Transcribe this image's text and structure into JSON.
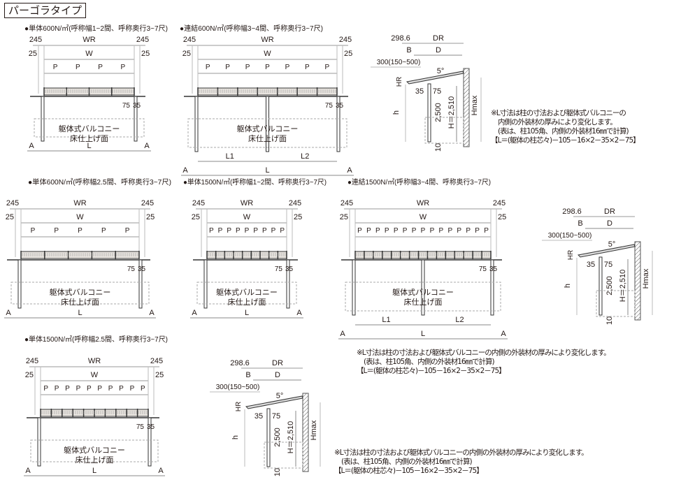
{
  "page_title": "パーゴラタイプ",
  "front_labels": {
    "rear_margin": "245",
    "wr": "WR",
    "side_margin": "25",
    "w": "W",
    "p": "P",
    "beam": "75",
    "post": "35",
    "balcony_line1": "躯体式バルコニー",
    "balcony_line2": "床仕上げ面",
    "a": "A",
    "l": "L",
    "l1": "L1",
    "l2": "L2"
  },
  "side_labels": {
    "offset": "298.6",
    "dr": "DR",
    "b": "B",
    "d": "D",
    "overhang": "300(150~500)",
    "angle": "5°",
    "hr": "HR",
    "post": "35",
    "beam": "75",
    "h": "h",
    "post_height": "2,500",
    "H": "H＝2,510",
    "base": "10",
    "hmax": "Hmax"
  },
  "panels": [
    {
      "title": "●単体600N/㎡(呼称幅1~2間、呼称奥行3~7尺)",
      "p_count": 4,
      "joint": false
    },
    {
      "title": "●連結600N/㎡(呼称幅3~4間、呼称奥行3~7尺)",
      "p_count": 7,
      "joint": true
    },
    {
      "title": "●単体600N/㎡(呼称幅2.5間、呼称奥行3~7尺)",
      "p_count": 5,
      "joint": false
    },
    {
      "title": "●単体1500N/㎡(呼称幅1~2間、呼称奥行3~7尺)",
      "p_count": 9,
      "joint": false
    },
    {
      "title": "●連結1500N/㎡(呼称幅3~4間、呼称奥行3~7尺)",
      "p_count": 15,
      "joint": true
    },
    {
      "title": "●単体1500N/㎡(呼称幅2.5間、呼称奥行3~7尺)",
      "p_count": 10,
      "joint": false
    }
  ],
  "note": {
    "line1": "※L寸法は柱の寸法および躯体式バルコニーの内側の外装材の厚みにより変化します。",
    "line1a": "※L寸法は柱の寸法および躯体式バルコニーの",
    "line1b": "内側の外装材の厚みにより変化します。",
    "line2": "(表は、柱105角、内側の外装材16㎜で計算)",
    "line3": "【L＝(躯体の柱芯々)－105－16×2－35×2－75】"
  }
}
